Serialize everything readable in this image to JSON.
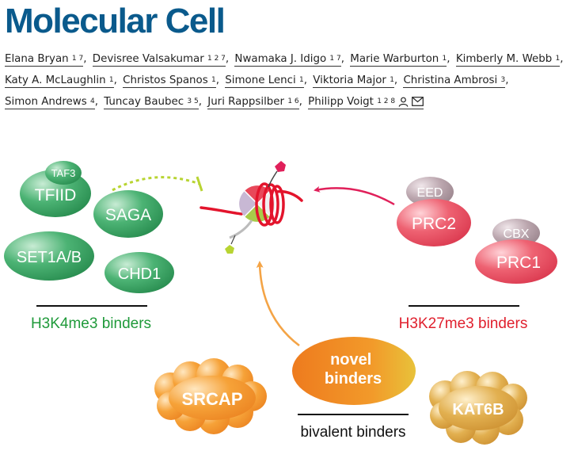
{
  "journal_title": "Molecular Cell",
  "authors": [
    {
      "name": "Elana Bryan",
      "aff": "1 7"
    },
    {
      "name": "Devisree Valsakumar",
      "aff": "1 2 7"
    },
    {
      "name": "Nwamaka J. Idigo",
      "aff": "1 7"
    },
    {
      "name": "Marie Warburton",
      "aff": "1"
    },
    {
      "name": "Kimberly M. Webb",
      "aff": "1"
    },
    {
      "name": "Katy A. McLaughlin",
      "aff": "1"
    },
    {
      "name": "Christos Spanos",
      "aff": "1"
    },
    {
      "name": "Simone Lenci",
      "aff": "1"
    },
    {
      "name": "Viktoria Major",
      "aff": "1"
    },
    {
      "name": "Christina Ambrosi",
      "aff": "3"
    },
    {
      "name": "Simon Andrews",
      "aff": "4"
    },
    {
      "name": "Tuncay Baubec",
      "aff": "3 5"
    },
    {
      "name": "Juri Rappsilber",
      "aff": "1 6"
    },
    {
      "name": "Philipp Voigt",
      "aff": "1 2 8"
    }
  ],
  "author_icons": [
    "person-icon",
    "mail-icon"
  ],
  "diagram": {
    "h3k4me3": {
      "group_label": "H3K4me3 binders",
      "color": "#1f9a3a",
      "nodes": {
        "taf3": "TAF3",
        "tfiid": "TFIID",
        "saga": "SAGA",
        "set1ab": "SET1A/B",
        "chd1": "CHD1"
      }
    },
    "h3k27me3": {
      "group_label": "H3K27me3 binders",
      "color": "#e0202e",
      "nodes": {
        "eed": "EED",
        "prc2": "PRC2",
        "cbx": "CBX",
        "prc1": "PRC1"
      }
    },
    "bivalent": {
      "group_label": "bivalent binders",
      "nodes": {
        "novel": "novel binders",
        "srcap": "SRCAP",
        "kat6b": "KAT6B"
      }
    },
    "colors": {
      "green": "#2e9b5a",
      "red": "#e8485a",
      "grey": "#a8929a",
      "orange": "#f0892a",
      "gold": "#d49a2e",
      "inhibit_arrow": "#b8d432",
      "title_blue": "#0a5a8c"
    }
  }
}
